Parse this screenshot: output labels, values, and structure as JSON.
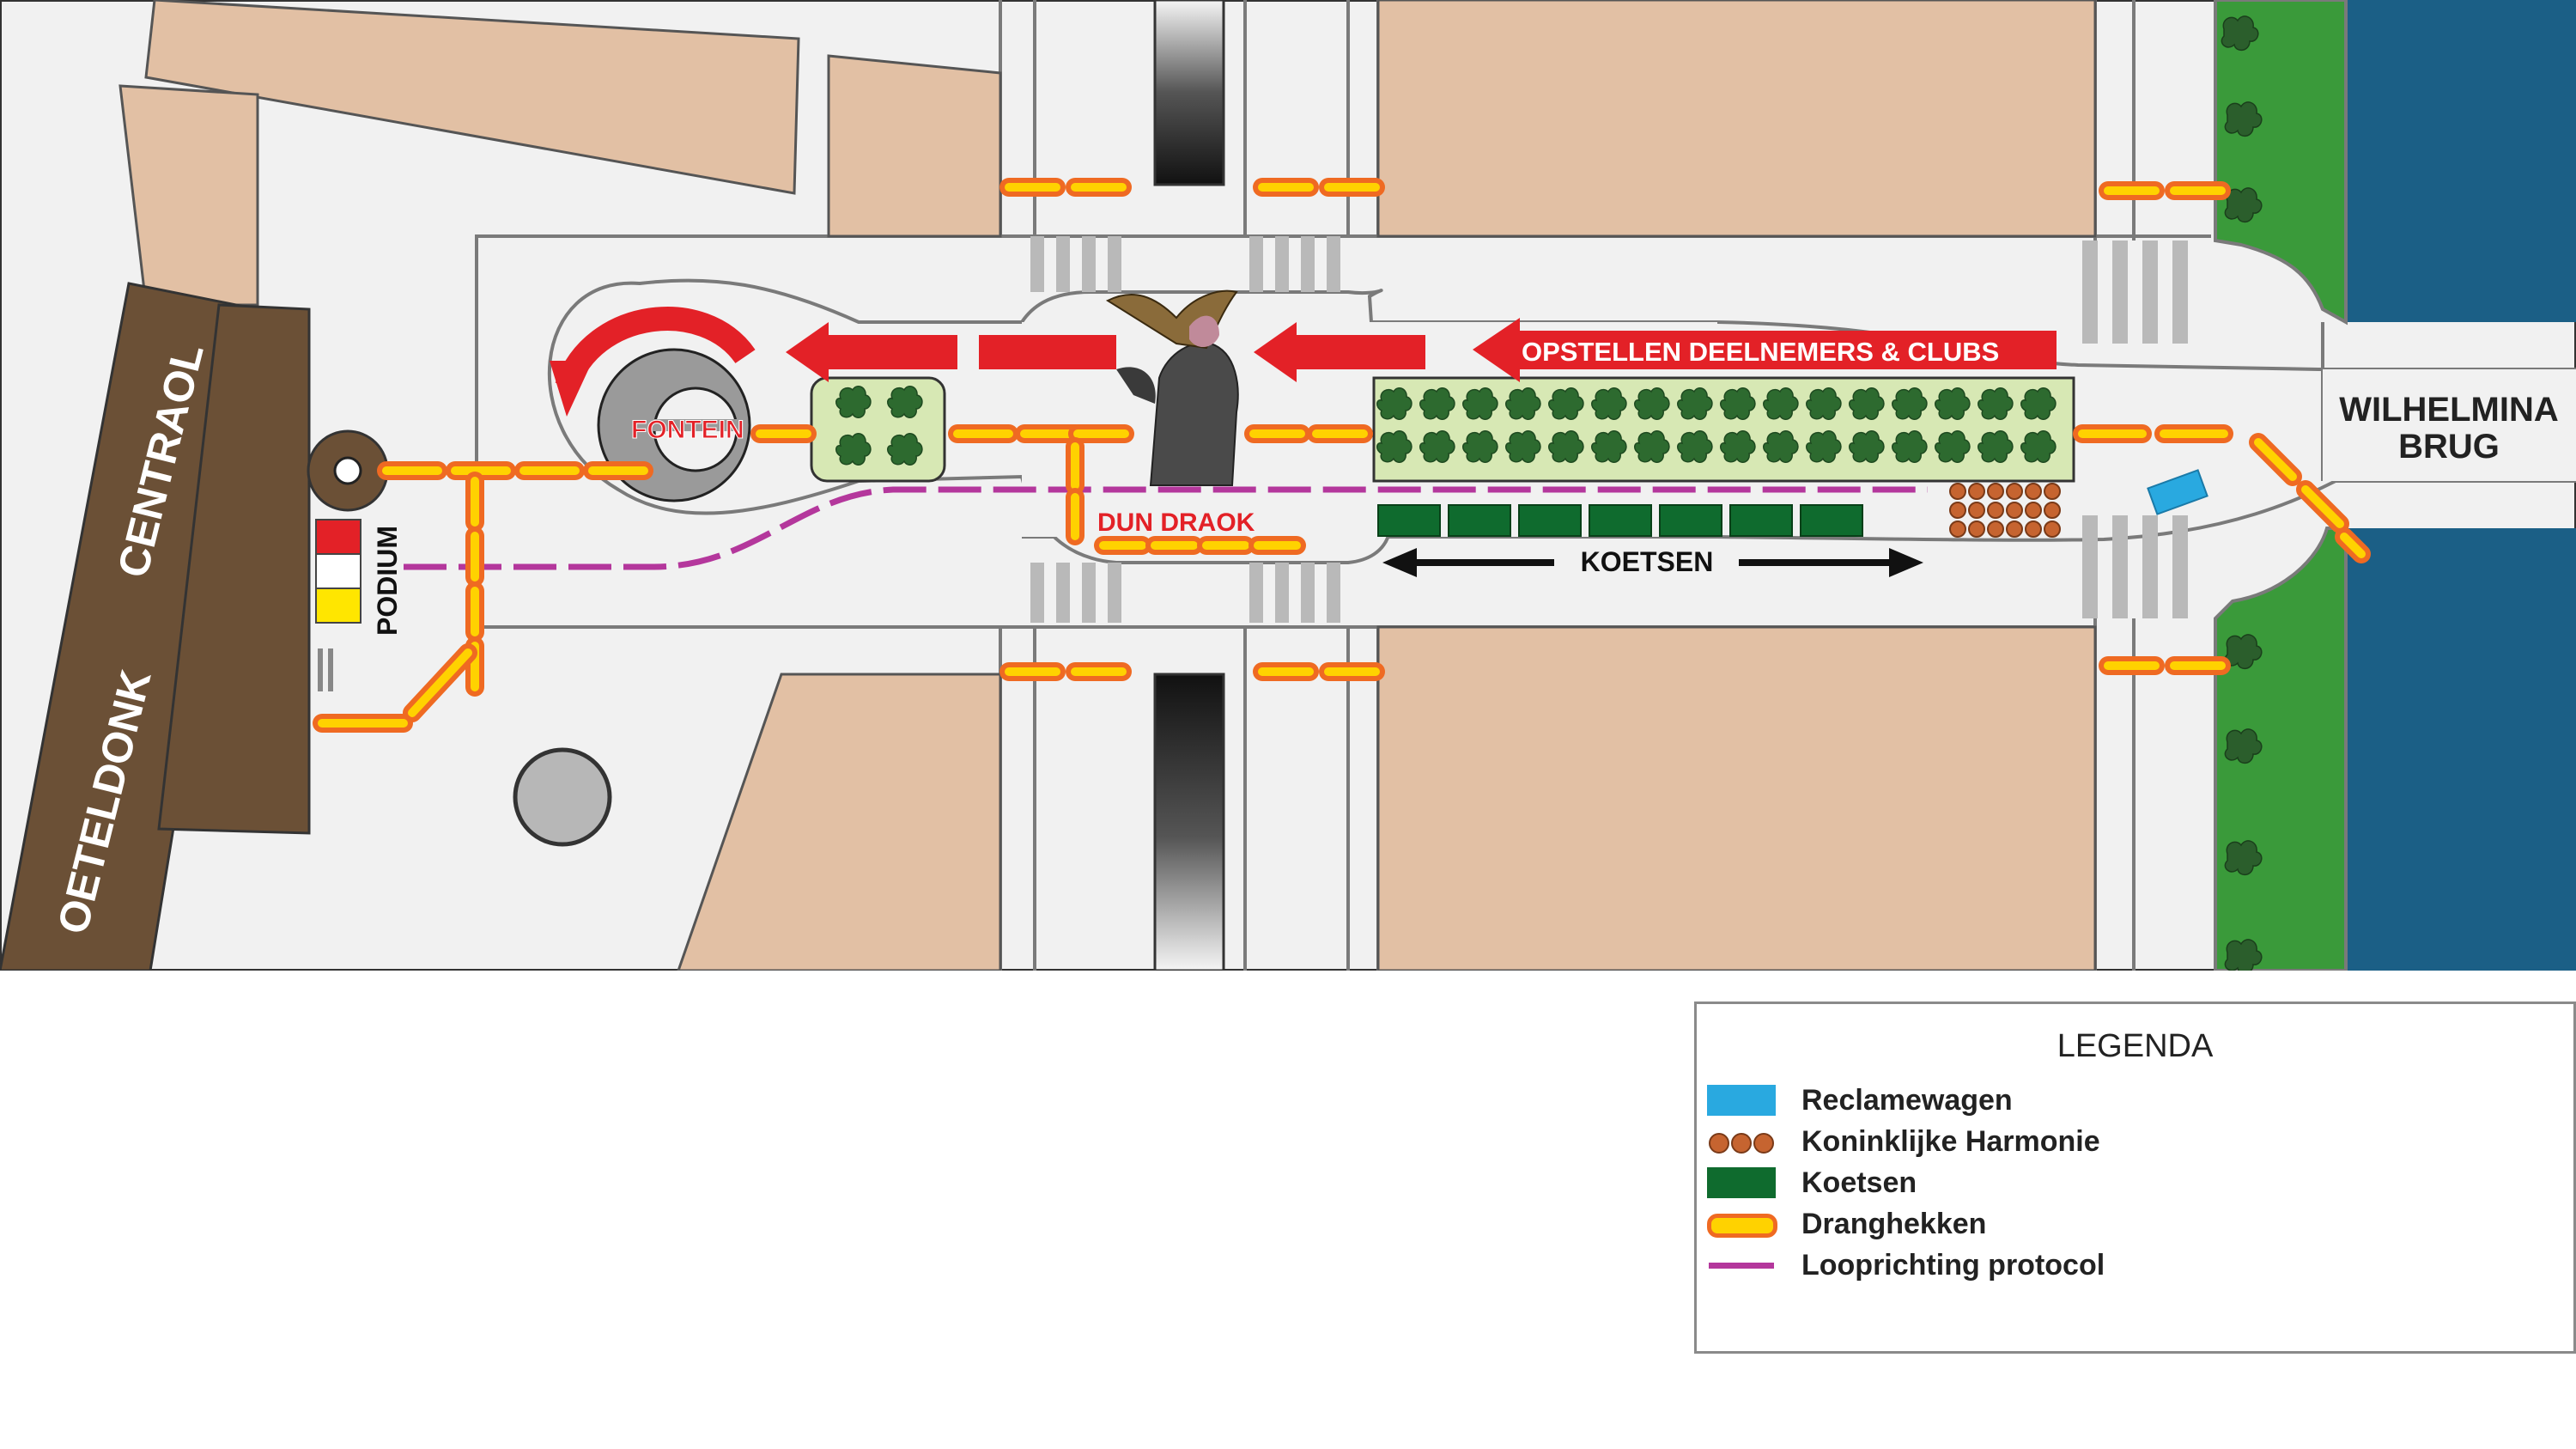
{
  "map": {
    "streets": {
      "oeteldonk": "OETELDONK",
      "centraol": "CENTRAOL",
      "bridge_line1": "WILHELMINA",
      "bridge_line2": "BRUG"
    },
    "labels": {
      "fontein": "FONTEIN",
      "dun_draok": "DUN DRAOK",
      "podium": "PODIUM",
      "opstellen": "OPSTELLEN DEELNEMERS & CLUBS",
      "koetsen": "KOETSEN"
    },
    "colors": {
      "building": "#e2c0a4",
      "road_border": "#7a7a7a",
      "street_band": "#6b5036",
      "water": "#1b5f86",
      "grass": "#3a9a3a",
      "arrow_red": "#e32127",
      "dranghekken_fill": "#ffd200",
      "dranghekken_outline": "#ef6a22",
      "protocol": "#b4379c",
      "koetsen": "#0f6b2e",
      "harmonie": "#c66430",
      "reclamewagen": "#29a9e0",
      "tree_plot": "#d7e8b4",
      "tree": "#2d6a2f"
    }
  },
  "legend": {
    "title": "LEGENDA",
    "items": [
      {
        "label": "Reclamewagen",
        "icon": "reclamewagen-swatch",
        "color": "#29a9e0"
      },
      {
        "label": "Koninklijke Harmonie",
        "icon": "harmonie-dots",
        "color": "#c66430"
      },
      {
        "label": "Koetsen",
        "icon": "koetsen-swatch",
        "color": "#0f6b2e"
      },
      {
        "label": "Dranghekken",
        "icon": "dranghekken-pill",
        "color": "#ffd200"
      },
      {
        "label": "Looprichting protocol",
        "icon": "protocol-line",
        "color": "#b4379c"
      }
    ]
  }
}
